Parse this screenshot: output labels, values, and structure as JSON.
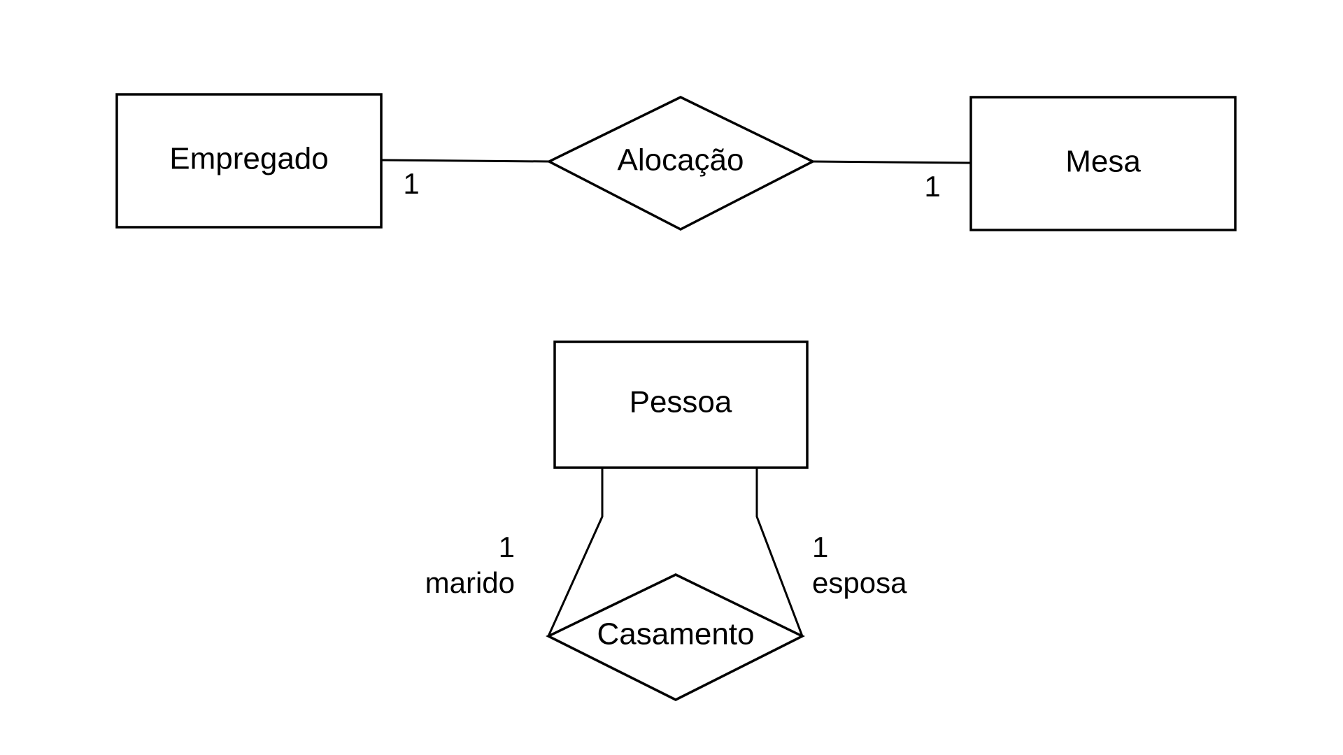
{
  "diagram": {
    "entities": {
      "empregado": "Empregado",
      "mesa": "Mesa",
      "pessoa": "Pessoa"
    },
    "relationships": {
      "alocacao": "Alocação",
      "casamento": "Casamento"
    },
    "cardinalities": {
      "empregado_alocacao": "1",
      "mesa_alocacao": "1",
      "marido": "1",
      "esposa": "1"
    },
    "roles": {
      "marido": "marido",
      "esposa": "esposa"
    }
  }
}
